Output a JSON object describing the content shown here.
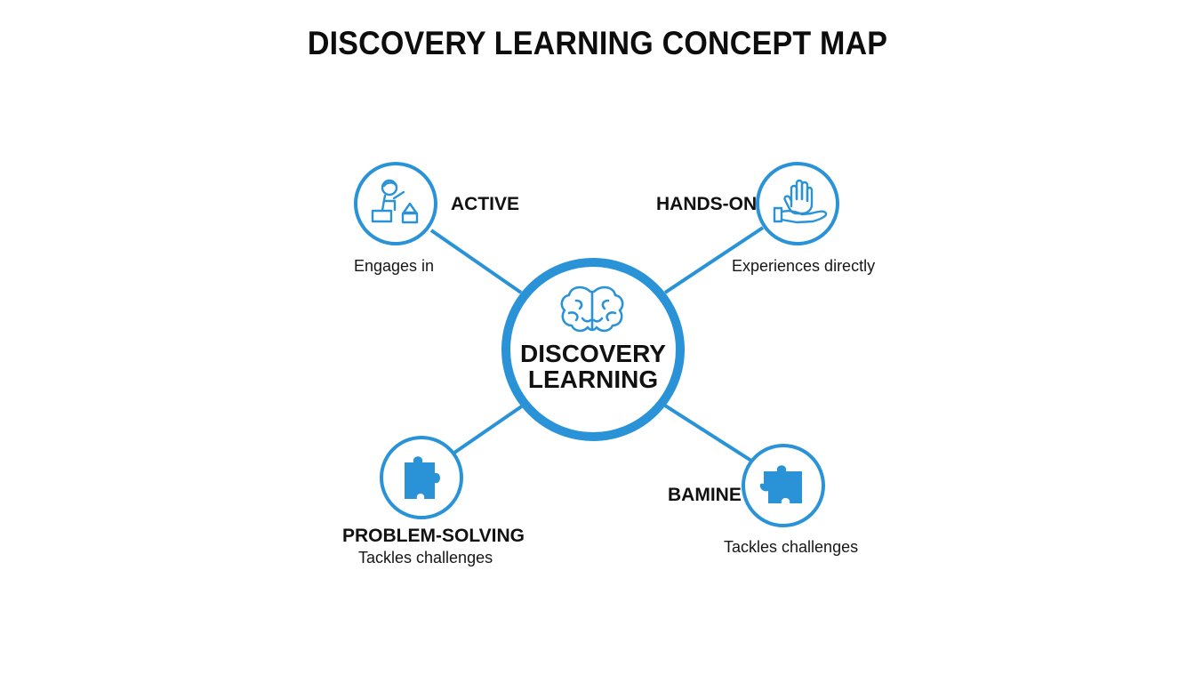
{
  "title": "DISCOVERY LEARNING CONCEPT MAP",
  "accent_color": "#2a93d8",
  "center": {
    "line1": "DISCOVERY",
    "line2": "LEARNING",
    "icon": "brain-icon"
  },
  "nodes": [
    {
      "label": "ACTIVE",
      "caption": "Engages in",
      "icon": "child-blocks-icon"
    },
    {
      "label": "HANDS-ON",
      "caption": "Experiences directly",
      "icon": "hand-icon"
    },
    {
      "label": "PROBLEM-SOLVING",
      "caption": "Tackles challenges",
      "icon": "puzzle-piece-icon"
    },
    {
      "label": "BAMINE",
      "caption": "Tackles challenges",
      "icon": "puzzle-piece-icon"
    }
  ]
}
